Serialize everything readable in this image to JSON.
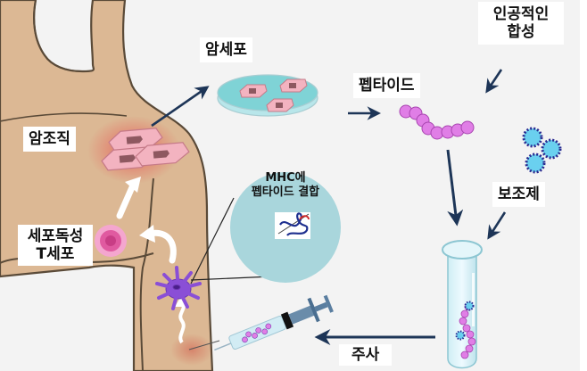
{
  "diagram": {
    "title": "",
    "labels": {
      "cancer_tissue": "암조직",
      "cancer_cells": "암세포",
      "peptide": "펩타이드",
      "artificial_synthesis_line1": "인공적인",
      "artificial_synthesis_line2": "합성",
      "adjuvant": "보조제",
      "injection": "주사",
      "cytotoxic_t_line1": "세포독성",
      "cytotoxic_t_line2": "T세포",
      "mhc_line1": "MHC에",
      "mhc_line2": "펩타이드 결합"
    },
    "flow": [
      {
        "from": "암조직",
        "to": "암세포"
      },
      {
        "from": "암세포",
        "to": "펩타이드"
      },
      {
        "from": "인공적인 합성",
        "to": "펩타이드"
      },
      {
        "from": "펩타이드",
        "to": "test-tube"
      },
      {
        "from": "보조제",
        "to": "test-tube"
      },
      {
        "from": "test-tube",
        "to": "주사"
      },
      {
        "from": "주사",
        "to": "dendritic-cell"
      },
      {
        "from": "dendritic-cell",
        "to": "세포독성 T세포"
      },
      {
        "from": "세포독성 T세포",
        "to": "암조직"
      }
    ],
    "colors": {
      "skin": "#dcb894",
      "skin_outline": "#5a4a38",
      "arrow": "#1d3557",
      "dish_liquid": "#7fd3d6",
      "peptide_bead": "#e07ee6",
      "adjuvant": "#6ad0ef",
      "mhc_circle": "#a9d6dc",
      "dendritic_cell": "#8a4fd6",
      "t_cell": "#e05aa0"
    }
  }
}
